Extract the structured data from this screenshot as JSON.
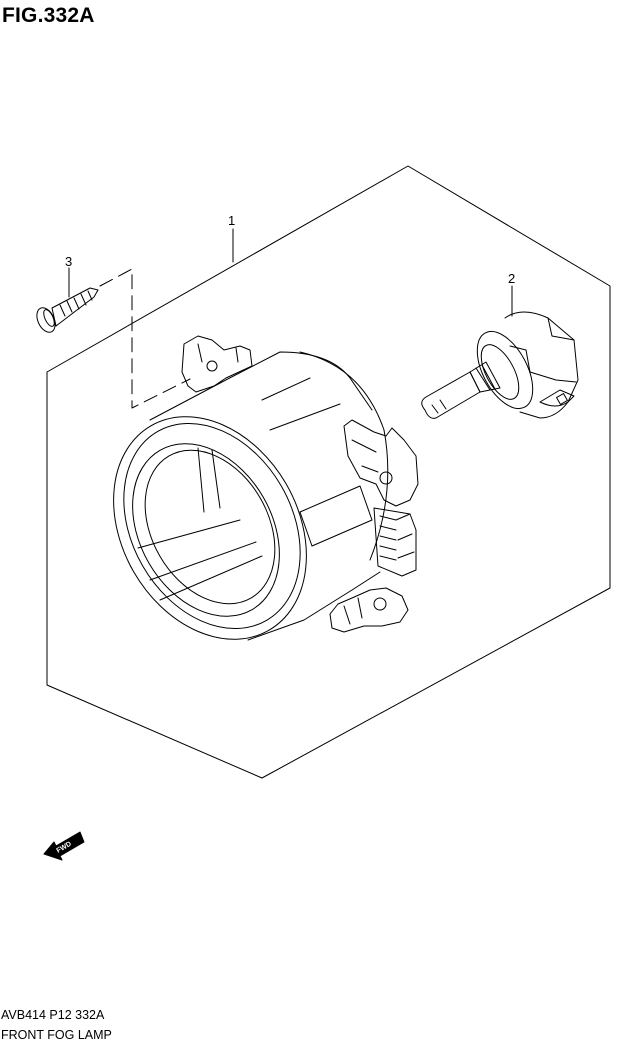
{
  "figure": {
    "title": "FIG.332A"
  },
  "callouts": {
    "p1": "1",
    "p2": "2",
    "p3": "3"
  },
  "fwd_label": "FWD",
  "footer": {
    "code": "AVB414 P12 332A",
    "name": "FRONT FOG LAMP"
  }
}
